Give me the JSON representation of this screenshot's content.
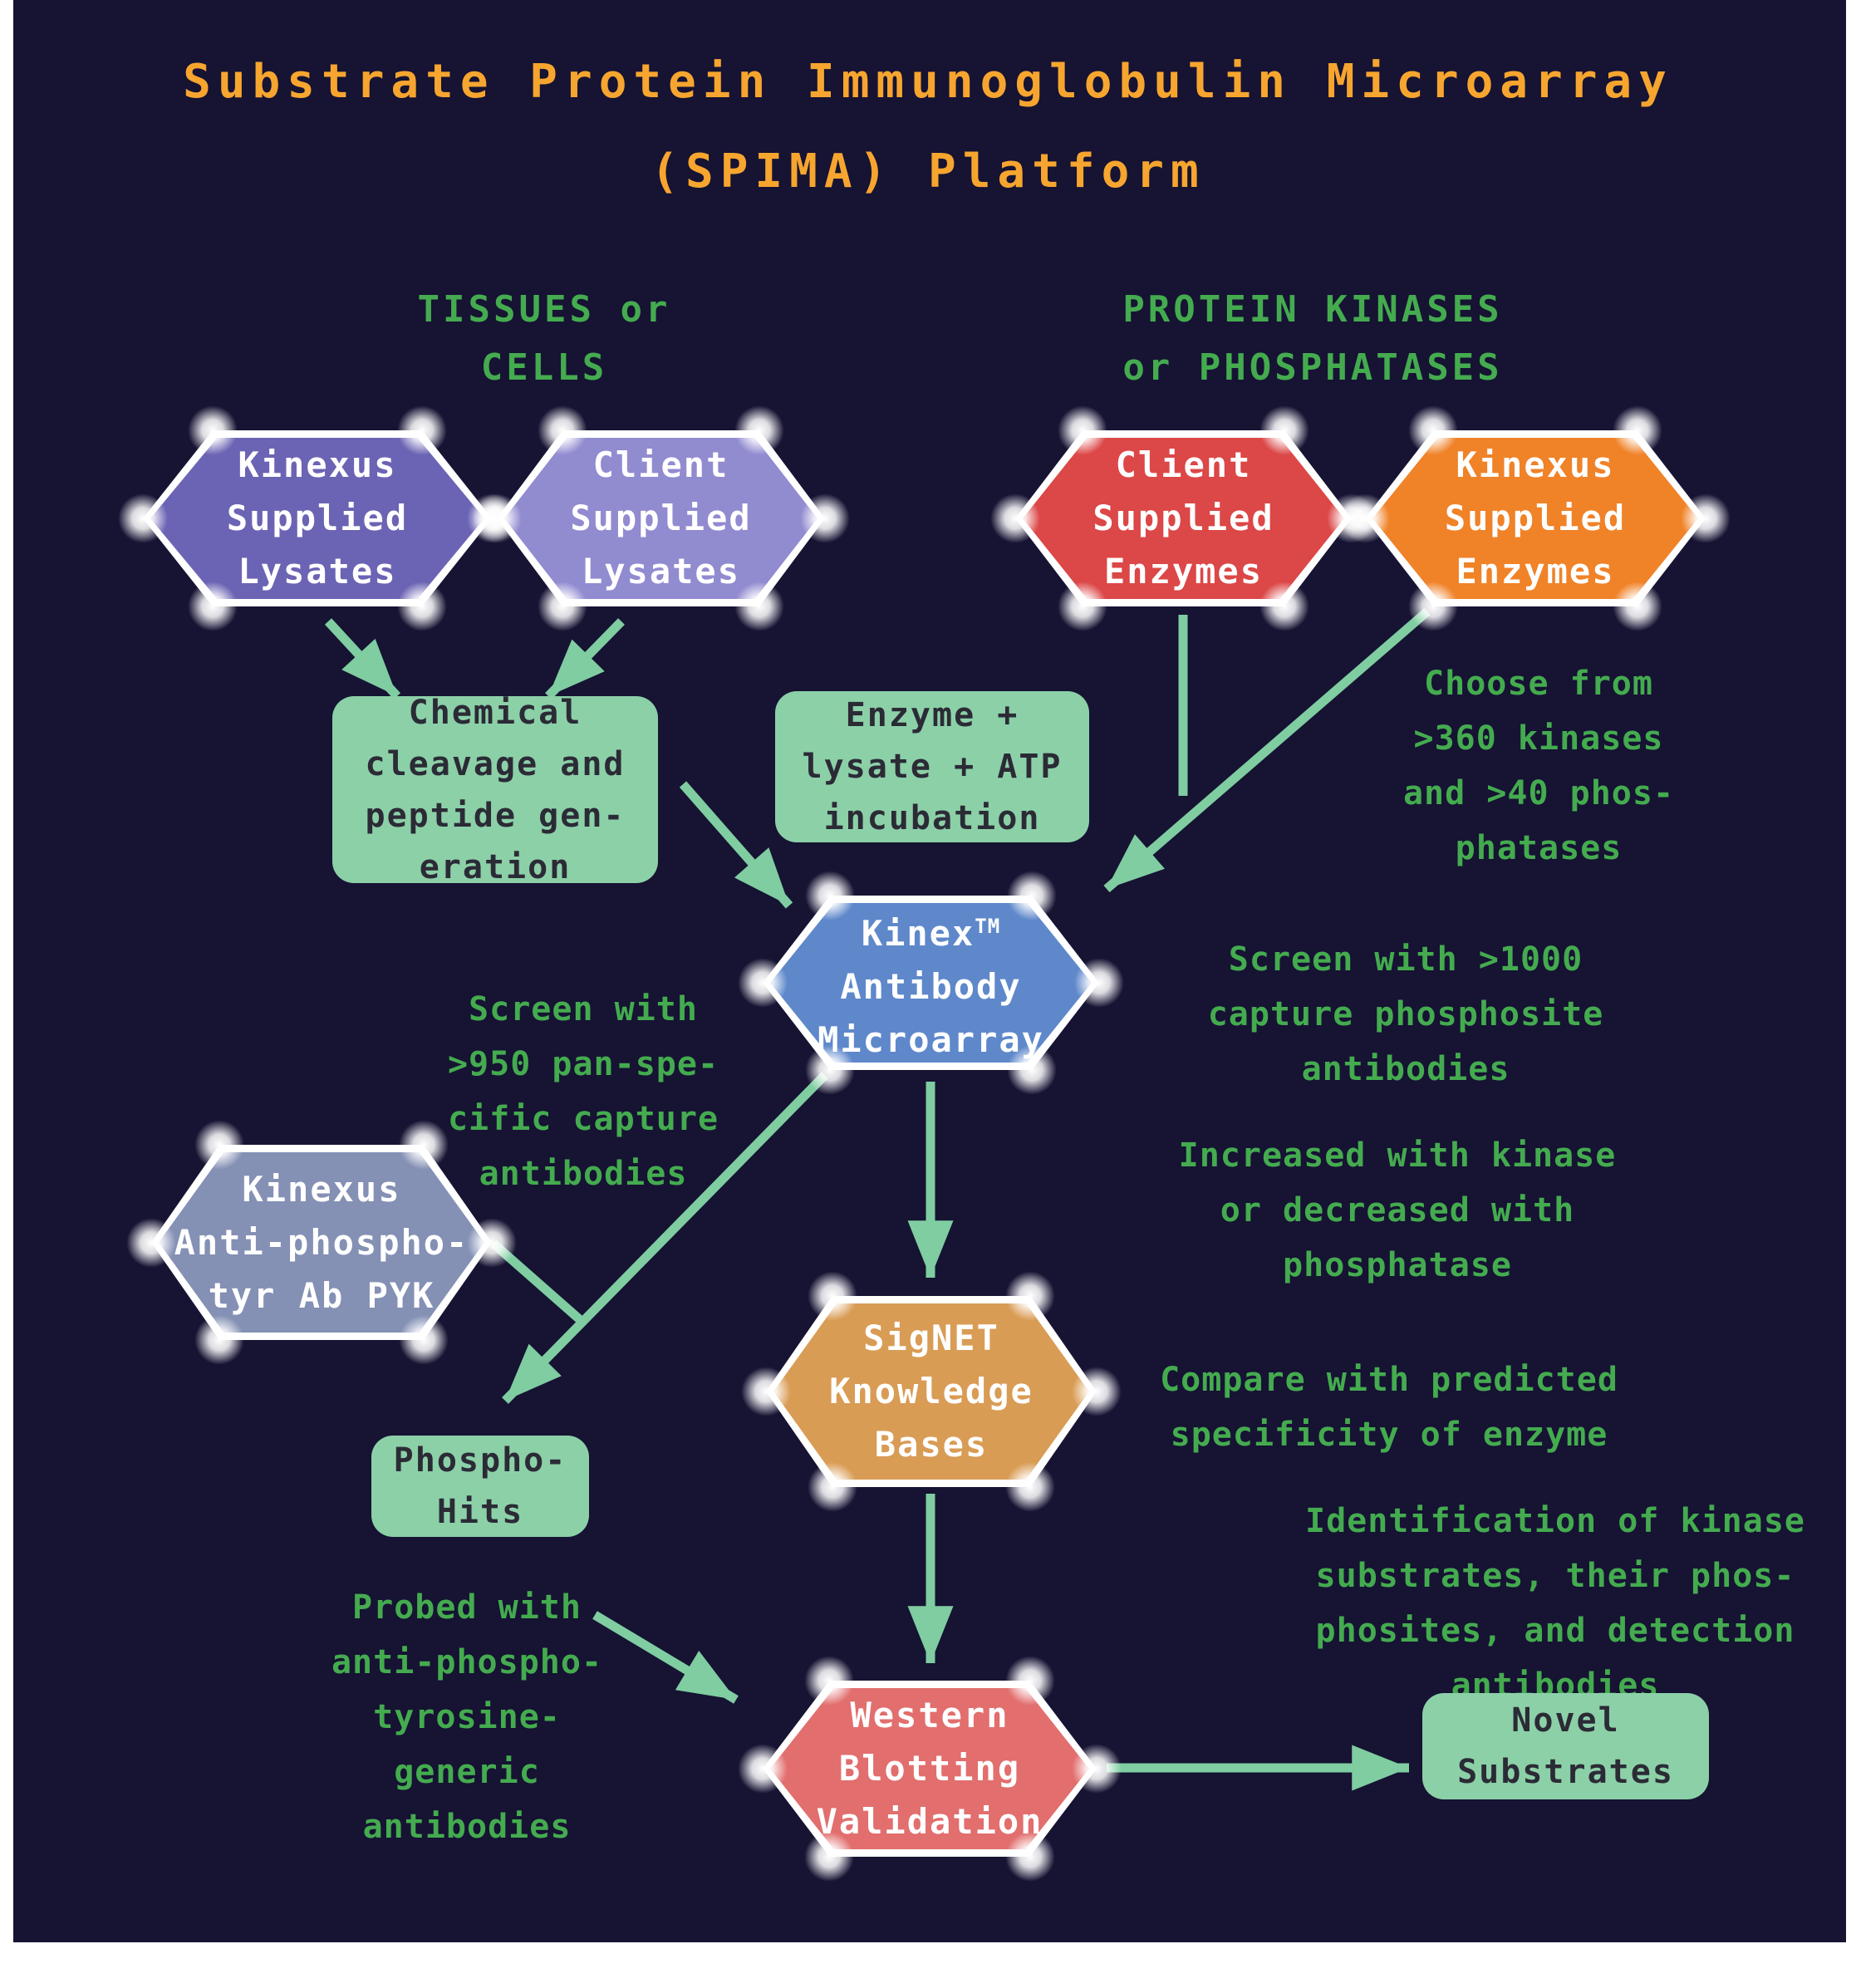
{
  "title": {
    "line1": "Substrate Protein Immunoglobulin Microarray",
    "line2": "(SPIMA) Platform"
  },
  "section_labels": {
    "tissues": [
      "TISSUES or",
      "CELLS"
    ],
    "kinases": [
      "PROTEIN KINASES",
      "or PHOSPHATASES"
    ]
  },
  "nodes": {
    "kinexus_lysates": {
      "lines": [
        "Kinexus",
        "Supplied",
        "Lysates"
      ],
      "fill": "#6B64B4"
    },
    "client_lysates": {
      "lines": [
        "Client",
        "Supplied",
        "Lysates"
      ],
      "fill": "#918BD0"
    },
    "client_enzymes": {
      "lines": [
        "Client",
        "Supplied",
        "Enzymes"
      ],
      "fill": "#DC4747"
    },
    "kinexus_enzymes": {
      "lines": [
        "Kinexus",
        "Supplied",
        "Enzymes"
      ],
      "fill": "#F08228"
    },
    "kinex_microarray": {
      "lines": [
        "Kinex",
        "Antibody",
        "Microarray"
      ],
      "tm": "TM",
      "fill": "#5F88CB"
    },
    "pyk": {
      "lines": [
        "Kinexus",
        "Anti-phospho-",
        "tyr Ab PYK"
      ],
      "fill": "#8490B4"
    },
    "signet": {
      "lines": [
        "SigNET",
        "Knowledge",
        "Bases"
      ],
      "fill": "#D99C55"
    },
    "western": {
      "lines": [
        "Western",
        "Blotting",
        "Validation"
      ],
      "fill": "#E26E6E"
    }
  },
  "boxes": {
    "chemical": [
      "Chemical",
      "cleavage and",
      "peptide gen-",
      "eration"
    ],
    "incubation": [
      "Enzyme +",
      "lysate + ATP",
      "incubation"
    ],
    "phospho_hits": [
      "Phospho-",
      "Hits"
    ],
    "novel_substrates": [
      "Novel",
      "Substrates"
    ]
  },
  "annotations": {
    "choose": [
      "Choose from",
      ">360 kinases",
      "and >40 phos-",
      "phatases"
    ],
    "screen_1000": [
      "Screen with >1000",
      "capture phosphosite",
      "antibodies"
    ],
    "screen_950": [
      "Screen with",
      ">950 pan-spe-",
      "cific capture",
      "antibodies"
    ],
    "increased": [
      "Increased with kinase",
      "or decreased with",
      "phosphatase"
    ],
    "compare": [
      "Compare with predicted",
      "specificity of enzyme"
    ],
    "identification": [
      "Identification of kinase",
      "substrates, their phos-",
      "phosites, and detection",
      "antibodies"
    ],
    "probed": [
      "Probed with",
      "anti-phospho-",
      "tyrosine-",
      "generic",
      "antibodies"
    ]
  },
  "colors": {
    "page_background": "#FFFFFF",
    "panel_background": "#161333",
    "title_orange": "#F6A52F",
    "label_green": "#44AB4F",
    "arrow_mint": "#7FCDA1",
    "box_fill": "#8CD0A8",
    "box_text": "#2B2B36",
    "hexagon_border": "#FFFFFF",
    "hexagon_text": "#FFFFFF"
  }
}
